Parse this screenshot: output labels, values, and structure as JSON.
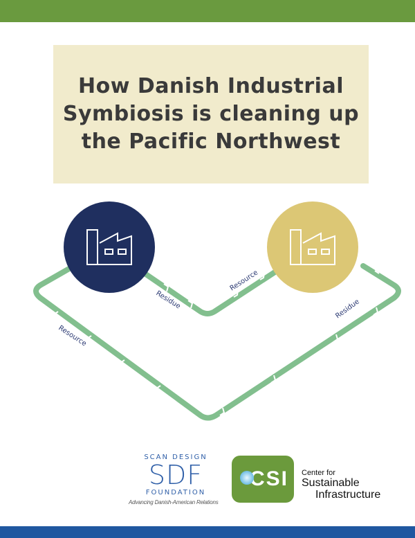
{
  "colors": {
    "top_bar": "#6a9a3f",
    "bottom_bar": "#1f57a0",
    "title_bg": "#f1ebcc",
    "navy": "#1f2f5f",
    "gold": "#dcc775",
    "arrow_green": "#82bf8e",
    "label_color": "#2c3a73"
  },
  "title": "How Danish Industrial Symbiosis is cleaning up the Pacific Northwest",
  "diagram": {
    "nodes": [
      {
        "name": "factory-1",
        "icon": "factory-icon"
      },
      {
        "name": "factory-2",
        "icon": "factory-icon"
      }
    ],
    "labels": {
      "residue_inner": "Residue",
      "resource_inner": "Resource",
      "residue_outer": "Residue",
      "resource_outer": "Resource"
    }
  },
  "logos": {
    "sdf": {
      "top": "SCAN DESIGN",
      "mark": "SDF",
      "bottom": "FOUNDATION",
      "tagline": "Advancing Danish-American Relations"
    },
    "csi": {
      "mark": "CSI",
      "line1": "Center for",
      "line2": "Sustainable",
      "line3": "Infrastructure"
    }
  }
}
